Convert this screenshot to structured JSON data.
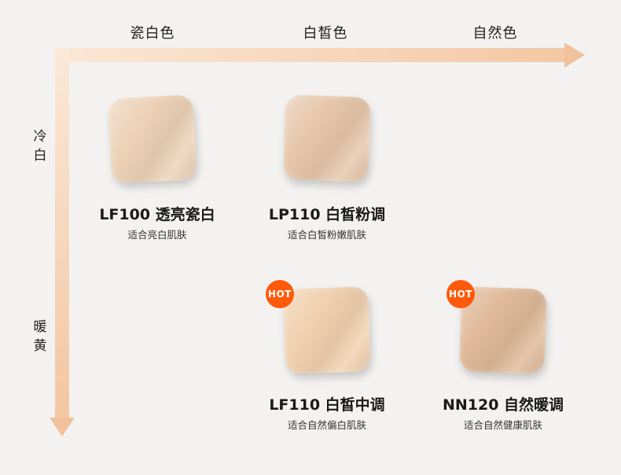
{
  "axes": {
    "columns": [
      "瓷白色",
      "白皙色",
      "自然色"
    ],
    "row_top": "冷白",
    "row_bottom": "暖黄"
  },
  "badge": "HOT",
  "shades": [
    {
      "name": "LF100 透亮瓷白",
      "desc": "适合亮白肌肤",
      "color": "#ecd1b6",
      "hot": false
    },
    {
      "name": "LP110 白皙粉调",
      "desc": "适合白皙粉嫩肌肤",
      "color": "#e6c6aa",
      "hot": false
    },
    {
      "name": "LF110 白皙中调",
      "desc": "适合自然偏白肌肤",
      "color": "#f0d0ae",
      "hot": true
    },
    {
      "name": "NN120 自然暖调",
      "desc": "适合自然健康肌肤",
      "color": "#dfb998",
      "hot": true
    }
  ],
  "colors": {
    "hot_badge": "#ff5a0c",
    "arrow": "#f3c8a4",
    "background": "#f3f2f0"
  }
}
